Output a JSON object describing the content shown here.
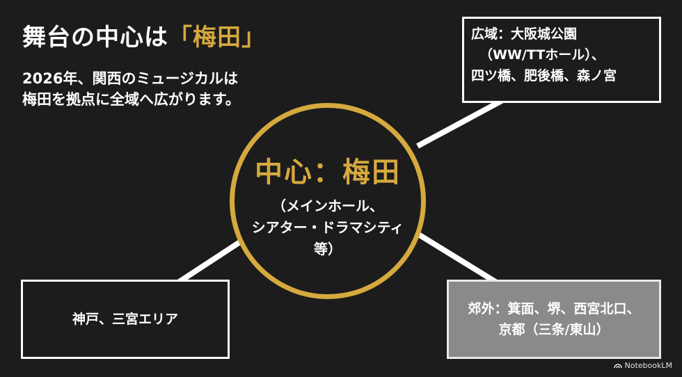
{
  "slide": {
    "title_prefix": "舞台の中心は",
    "title_accent": "「梅田」",
    "subtitle_lines": [
      "2026年、関西のミュージカルは",
      "梅田を拠点に全域へ広がります。"
    ]
  },
  "hub": {
    "title": "中心：梅田",
    "detail_lines": [
      "（メインホール、",
      "シアター・ドラマシティ",
      "等）"
    ]
  },
  "branches": {
    "top_right": {
      "lines": [
        "広域：大阪城公園",
        "（WW/TTホール）、",
        "四ツ橋、肥後橋、森ノ宮"
      ]
    },
    "bottom_left": {
      "lines": [
        "神戸、三宮エリア"
      ]
    },
    "bottom_right": {
      "lines": [
        "郊外：箕面、堺、西宮北口、",
        "京都（三条/東山）"
      ]
    }
  },
  "branding": {
    "label": "NotebookLM",
    "icon": "notebooklm-logo-icon"
  },
  "colors": {
    "background": "#1c1c1c",
    "accent_gold": "#d6a93f",
    "connector": "#ffffff",
    "suburb_box_fill": "#8a8a8a"
  }
}
